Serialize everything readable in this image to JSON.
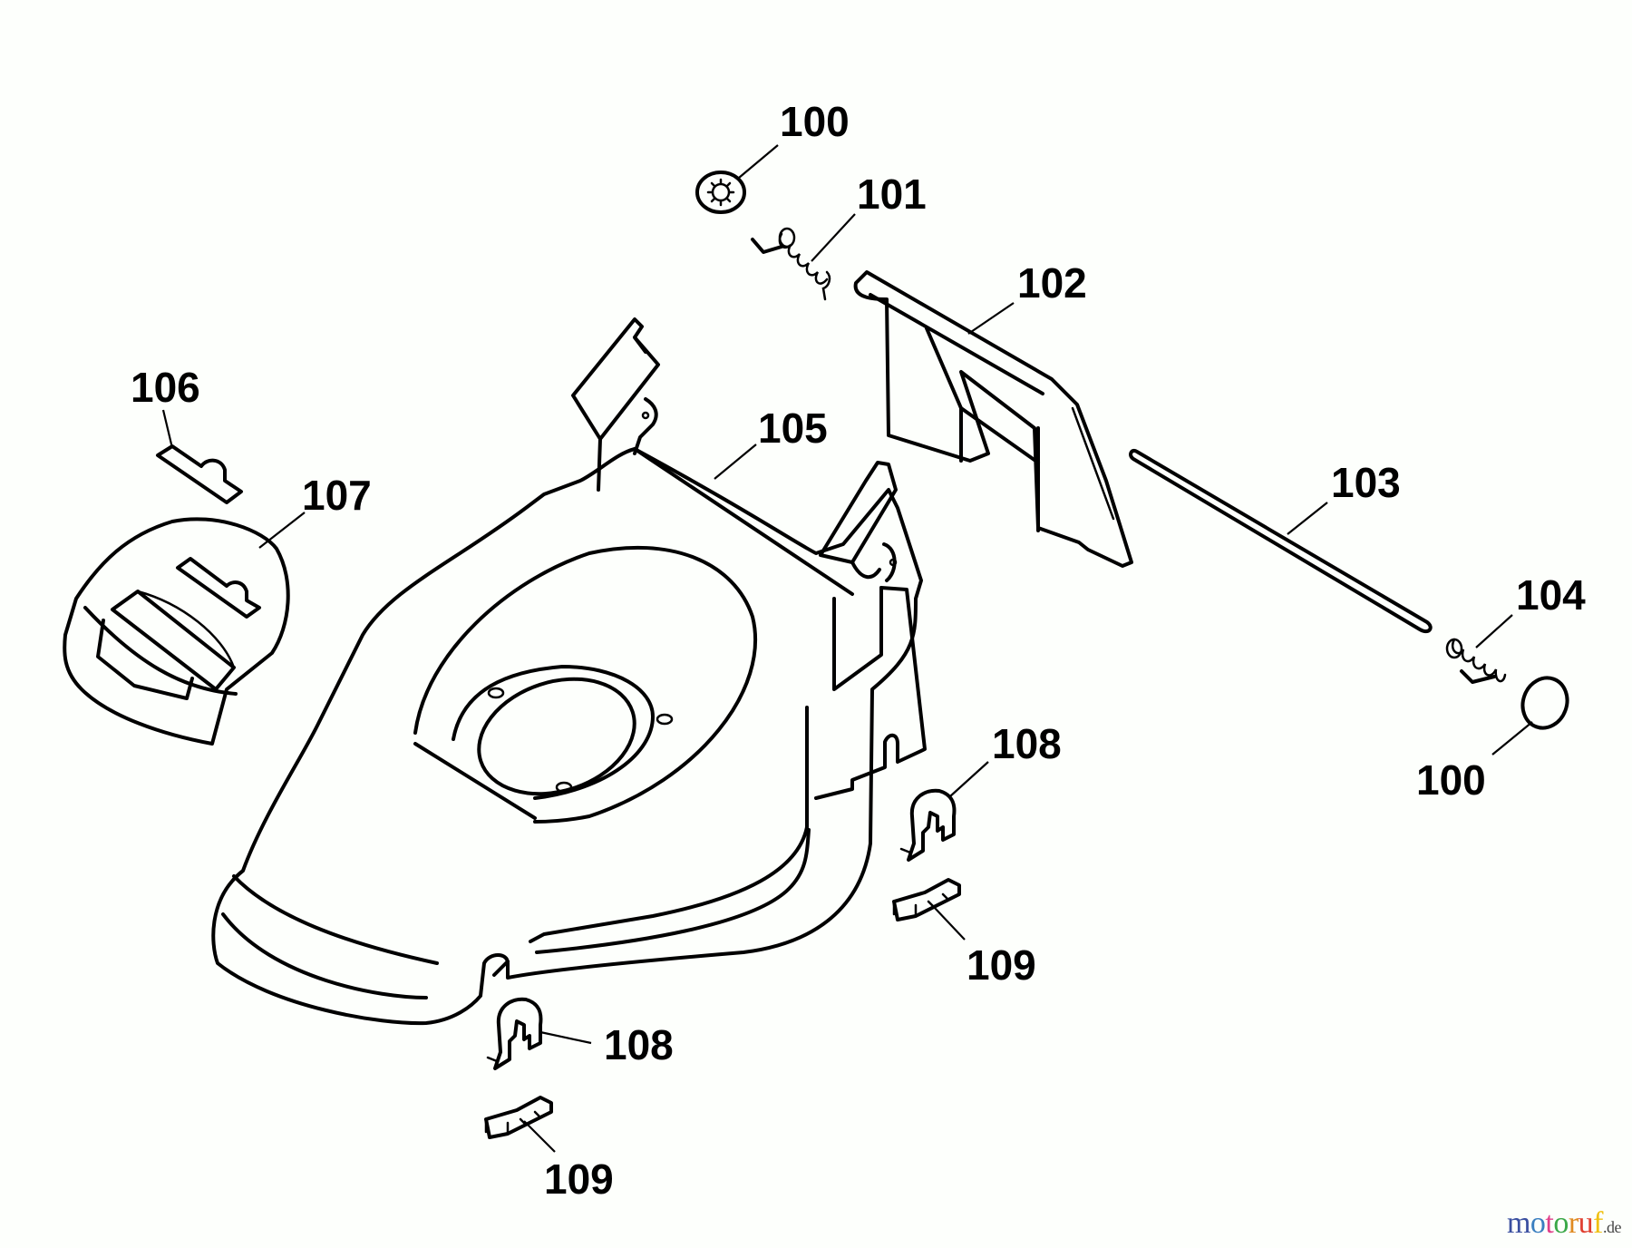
{
  "diagram": {
    "type": "exploded parts diagram",
    "subject": "lawn mower deck / housing assembly",
    "callouts": [
      {
        "id": "100-top",
        "label": "100",
        "part": "washer / push nut"
      },
      {
        "id": "101",
        "label": "101",
        "part": "torsion spring"
      },
      {
        "id": "102",
        "label": "102",
        "part": "rear flap / deflector"
      },
      {
        "id": "103",
        "label": "103",
        "part": "flap axle rod"
      },
      {
        "id": "104",
        "label": "104",
        "part": "torsion spring"
      },
      {
        "id": "100-bottom",
        "label": "100",
        "part": "washer / push nut"
      },
      {
        "id": "105",
        "label": "105",
        "part": "mower deck housing"
      },
      {
        "id": "106",
        "label": "106",
        "part": "label / badge"
      },
      {
        "id": "107",
        "label": "107",
        "part": "front cover"
      },
      {
        "id": "108-right",
        "label": "108",
        "part": "height adjust clip"
      },
      {
        "id": "109-right",
        "label": "109",
        "part": "height adjust bracket"
      },
      {
        "id": "108-bottom",
        "label": "108",
        "part": "height adjust clip"
      },
      {
        "id": "109-bottom",
        "label": "109",
        "part": "height adjust bracket"
      }
    ]
  },
  "watermark": {
    "letters": [
      "m",
      "o",
      "t",
      "o",
      "r",
      "u",
      "f"
    ],
    "colors": [
      "#3a4fa0",
      "#3a7fc0",
      "#e0408a",
      "#3aa848",
      "#e08a20",
      "#e04030",
      "#f0c010"
    ],
    "tld": ".de"
  }
}
